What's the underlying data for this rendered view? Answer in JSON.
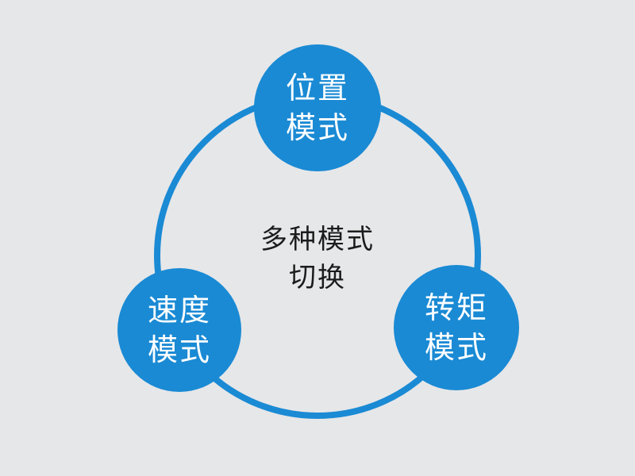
{
  "diagram": {
    "center": {
      "line1": "多种模式",
      "line2": "切换"
    },
    "nodes": [
      {
        "id": "position",
        "line1": "位置",
        "line2": "模式"
      },
      {
        "id": "speed",
        "line1": "速度",
        "line2": "模式"
      },
      {
        "id": "torque",
        "line1": "转矩",
        "line2": "模式"
      }
    ],
    "colors": {
      "background": "#e6e7e9",
      "node_fill": "#1a8ad4",
      "ring_stroke": "#1a8ad4",
      "node_text": "#ffffff",
      "center_text": "#1c1c1c"
    }
  }
}
